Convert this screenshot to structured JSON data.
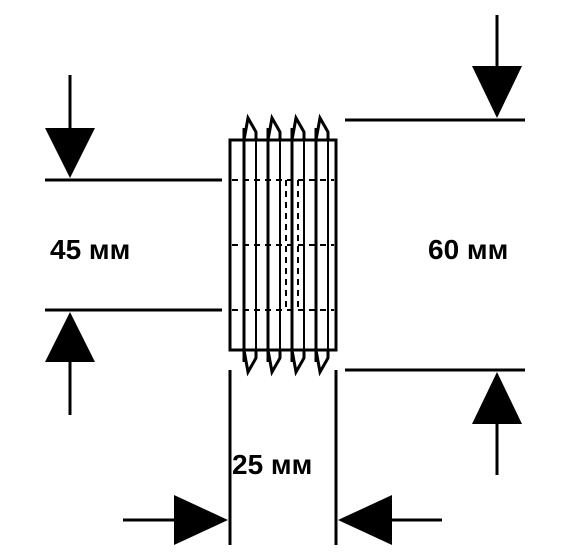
{
  "dimensions": {
    "inner_diameter": "45 мм",
    "outer_diameter": "60 мм",
    "length": "25 мм"
  },
  "colors": {
    "ink": "#000000",
    "background": "#ffffff"
  }
}
